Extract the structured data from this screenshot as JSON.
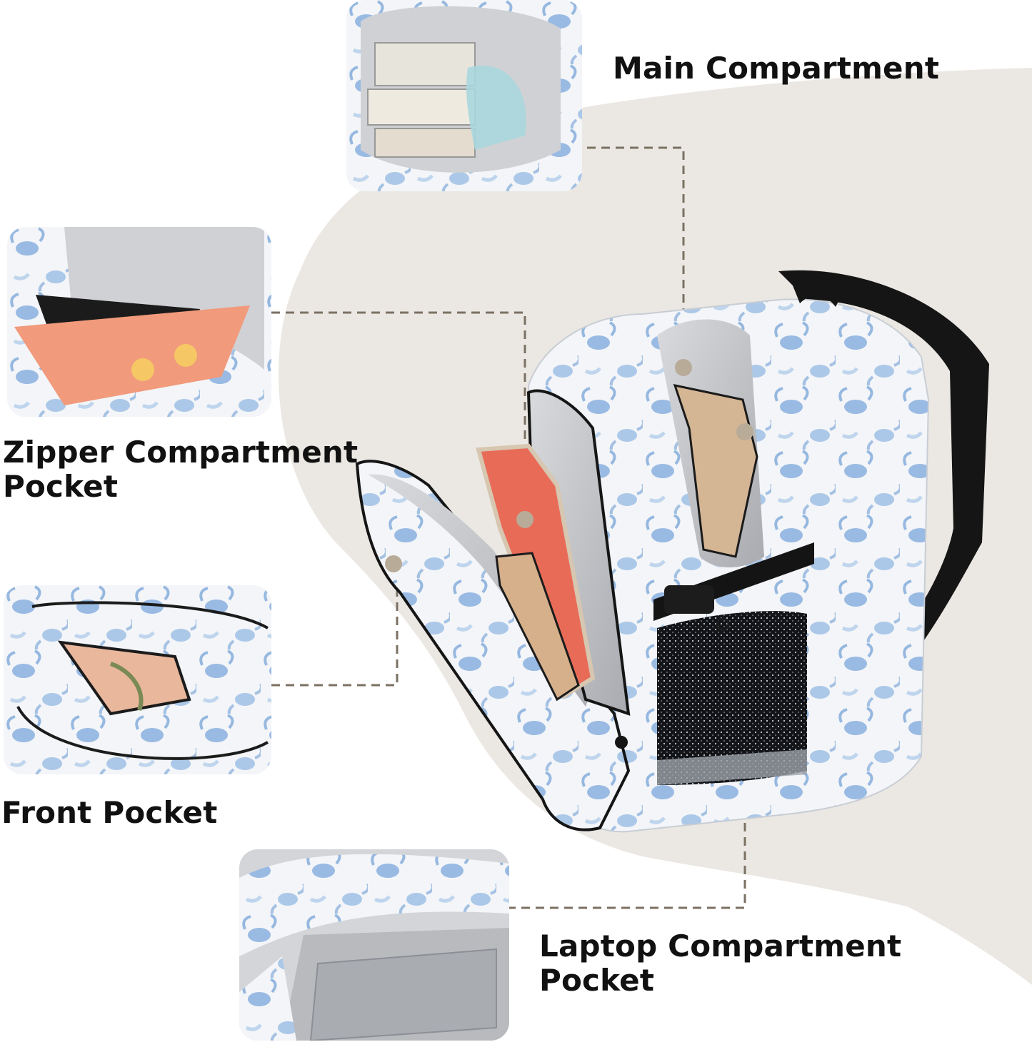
{
  "labels": {
    "main": "Main Compartment",
    "zipper": "Zipper Compartment\nPocket",
    "front": "Front Pocket",
    "laptop": "Laptop Compartment\nPocket"
  },
  "colors": {
    "backdrop_blob": "#ebe8e3",
    "leader_line": "#7b7163",
    "print_blue": "#6f9fd6",
    "strap_black": "#141414"
  }
}
